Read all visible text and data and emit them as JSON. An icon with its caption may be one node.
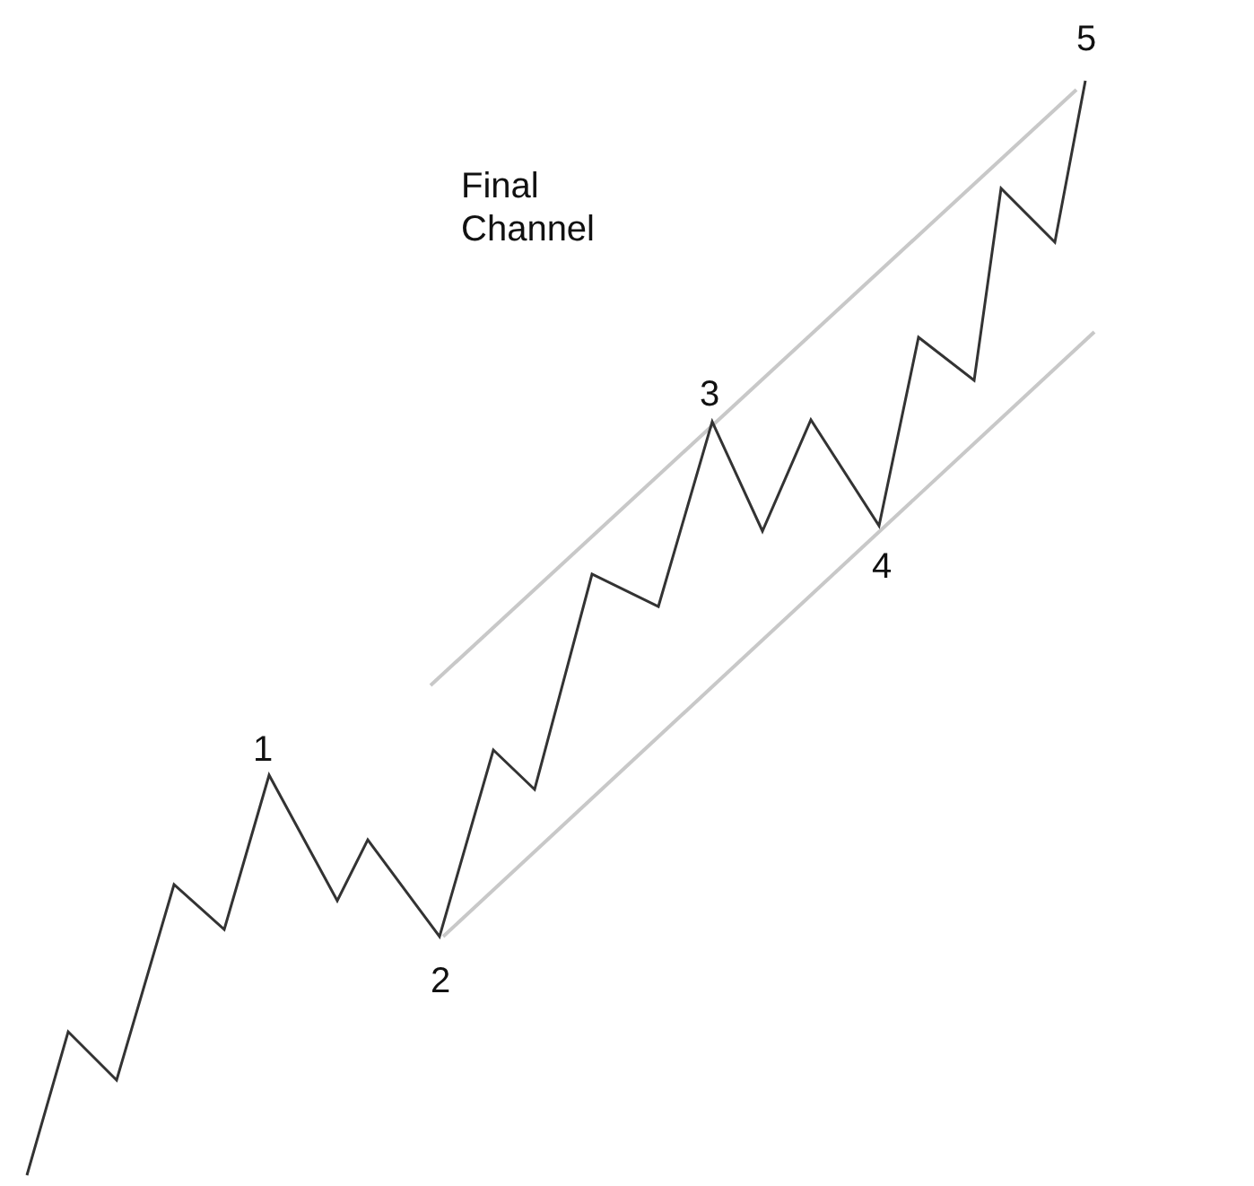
{
  "diagram": {
    "labels": [
      "Final Channel",
      "1",
      "2",
      "3",
      "4",
      "5"
    ]
  }
}
